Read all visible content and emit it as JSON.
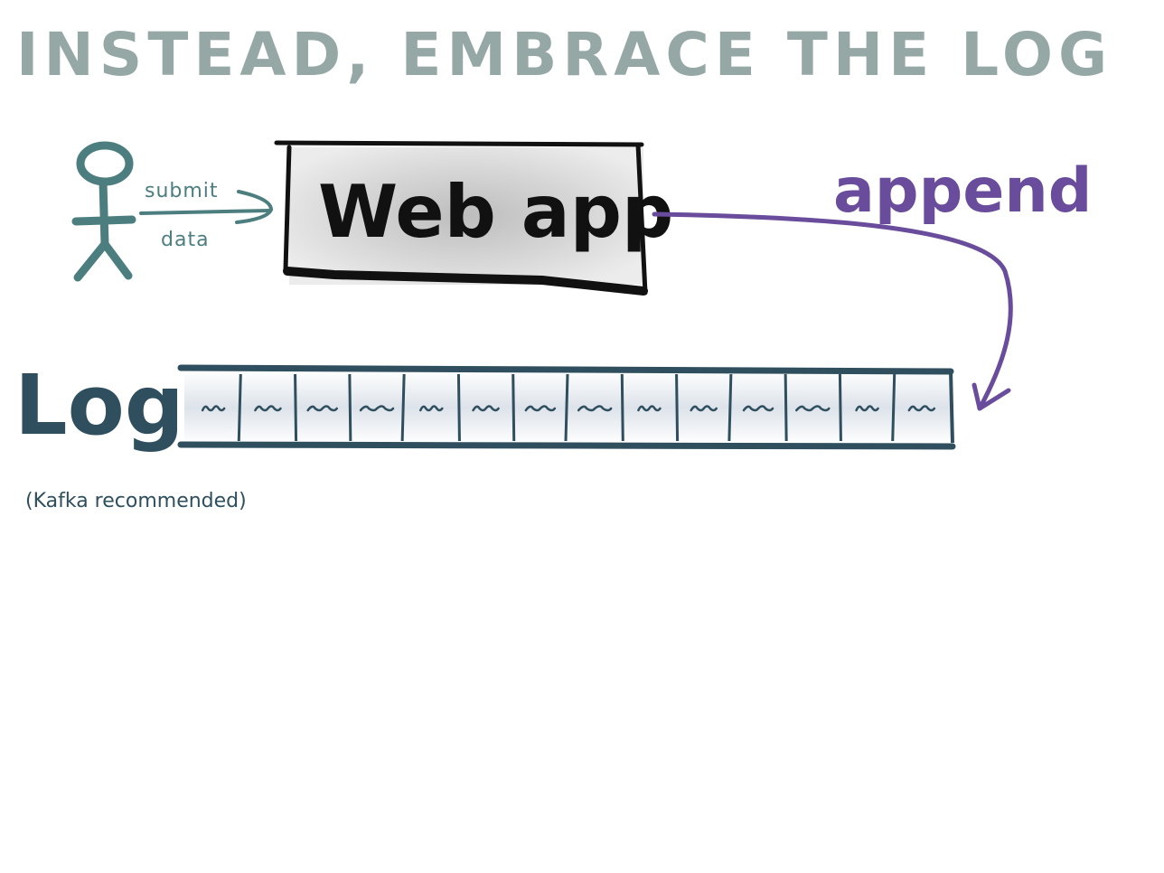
{
  "title": "INSTEAD, EMBRACE THE LOG",
  "user": {
    "icon": "stick-figure-user-icon",
    "arrow_label_top": "submit",
    "arrow_label_bottom": "data"
  },
  "web_app": {
    "label": "Web app"
  },
  "append": {
    "label": "append",
    "color": "#6a4c9c"
  },
  "log": {
    "label": "Log",
    "note": "(Kafka recommended)",
    "cell_count": 14,
    "color": "#2f4f5f"
  },
  "colors": {
    "title": "#96a8a6",
    "user": "#4d7e7f",
    "ink": "#111111",
    "append": "#6a4c9c",
    "log": "#2f4f5f"
  }
}
